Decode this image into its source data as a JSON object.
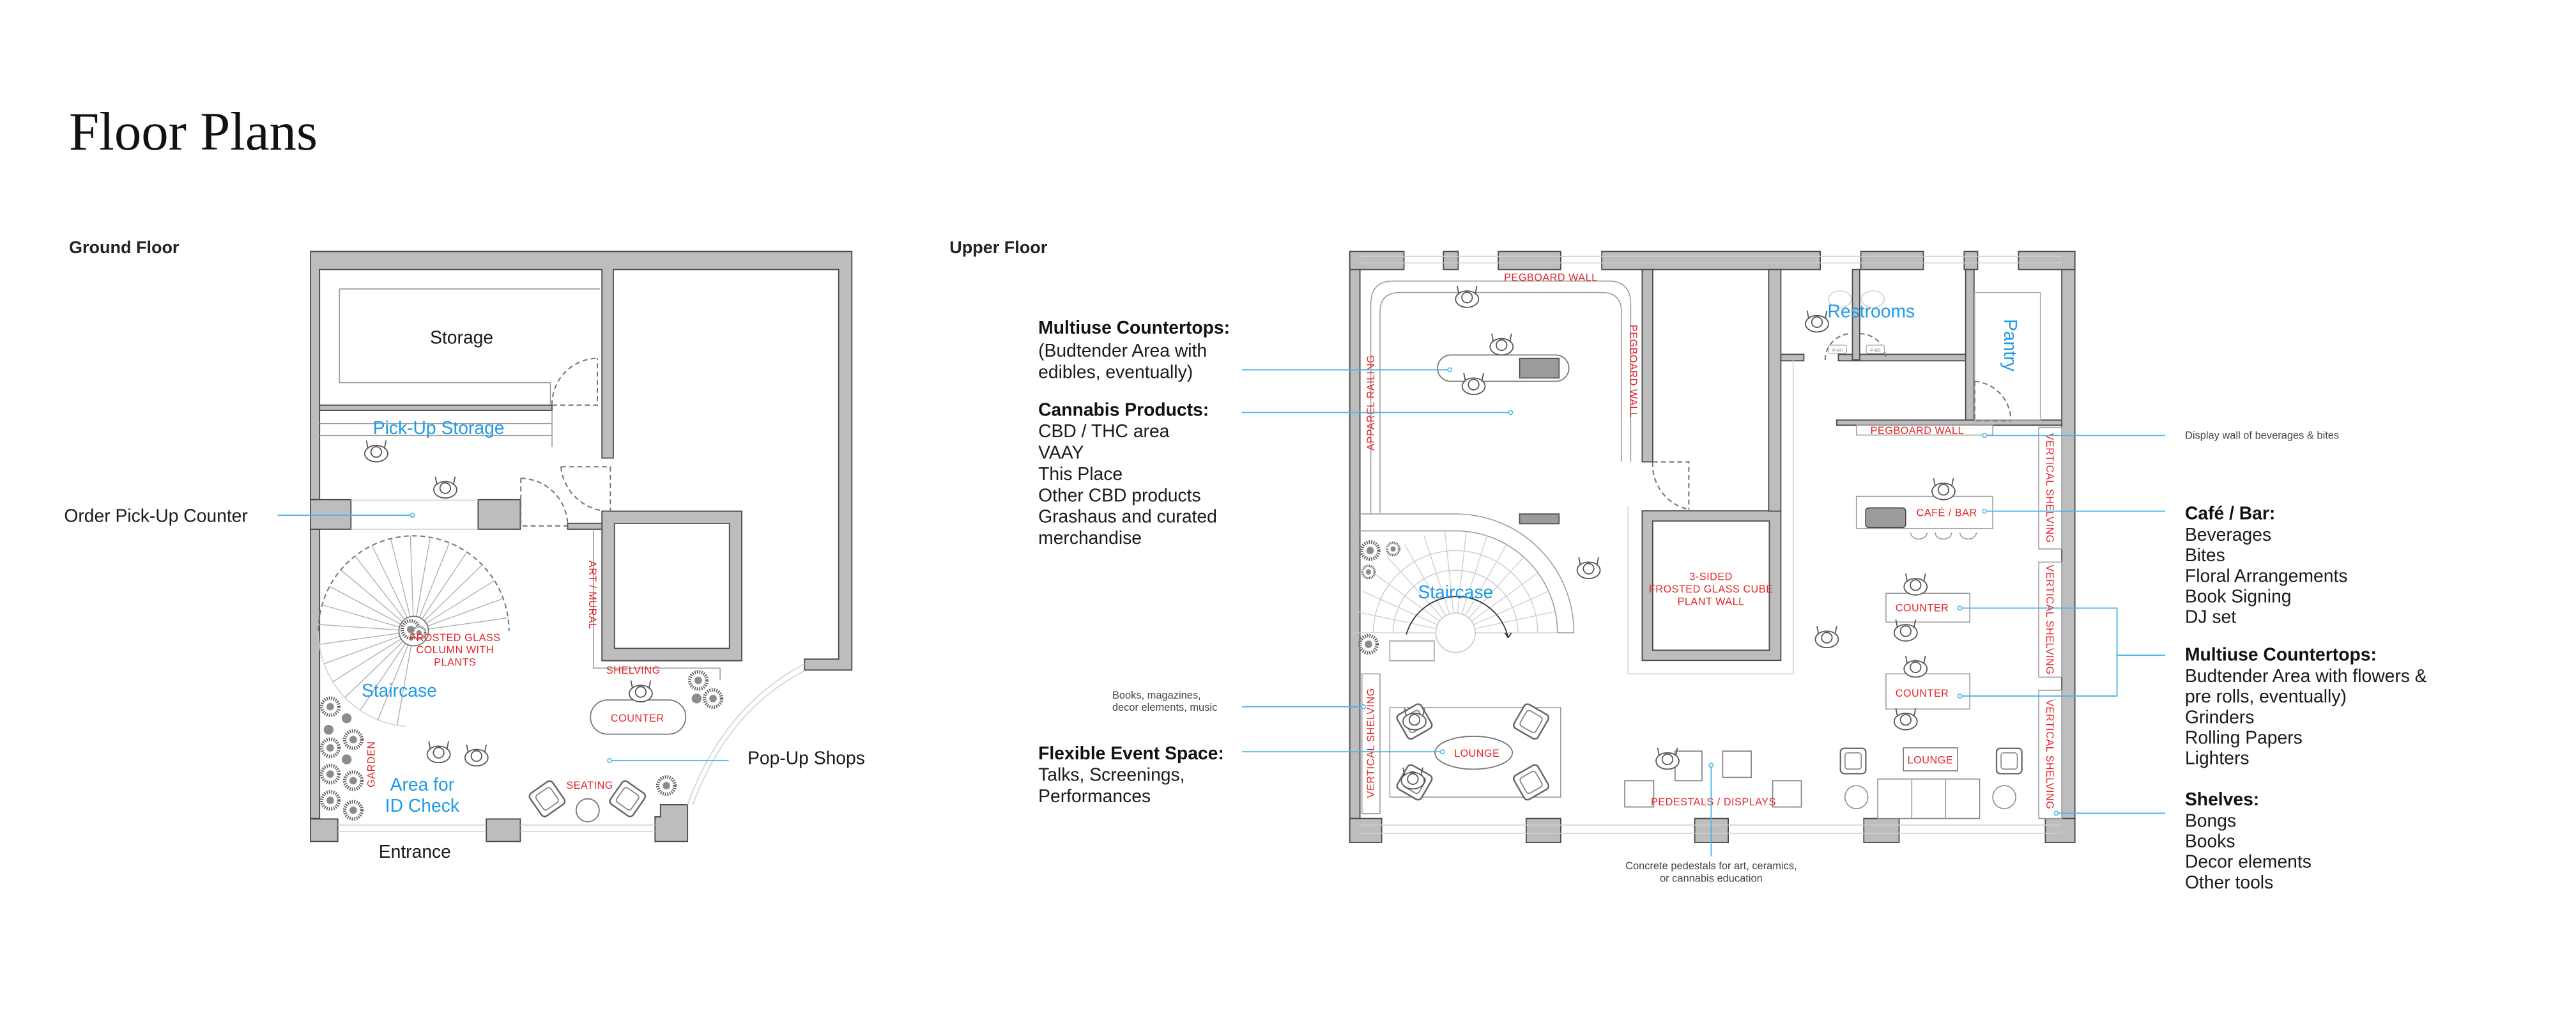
{
  "title": "Floor Plans",
  "colors": {
    "label_red": "#e3262b",
    "label_blue": "#1e9be6",
    "callout_line": "#49b6ea",
    "wall_fill": "#bdbdbd"
  },
  "icons": {
    "person": "person-topview-icon",
    "plant": "plant-icon"
  },
  "ground_floor": {
    "heading": "Ground Floor",
    "rooms": {
      "storage": "Storage",
      "pickup_storage": "Pick-Up Storage",
      "staircase": "Staircase",
      "id_check": [
        "Area for",
        "ID Check"
      ]
    },
    "fixtures": {
      "frosted_column": [
        "FROSTED GLASS",
        "COLUMN WITH",
        "PLANTS"
      ],
      "art_mural": "ART / MURAL",
      "shelving": "SHELVING",
      "counter": "COUNTER",
      "seating": "SEATING",
      "garden": "GARDEN"
    },
    "callouts": {
      "order_pickup": "Order Pick-Up Counter",
      "popup_shops": "Pop-Up Shops",
      "entrance": "Entrance"
    }
  },
  "upper_floor": {
    "heading": "Upper Floor",
    "rooms": {
      "staircase": "Staircase",
      "restrooms": "Restrooms",
      "pantry": "Pantry"
    },
    "fixtures": {
      "pegboard_wall_top": "PEGBOARD WALL",
      "pegboard_wall_side": "PEGBOARD WALL",
      "pegboard_wall_cafe": "PEGBOARD WALL",
      "apparel_railing": "APPAREL RAILING",
      "cube": [
        "3-SIDED",
        "FROSTED GLASS CUBE",
        "PLANT WALL"
      ],
      "vertical_shelving": "VERTICAL SHELVING",
      "lounge": "LOUNGE",
      "pedestals": "PEDESTALS / DISPLAYS",
      "cafe_bar": "CAFÉ / BAR",
      "counter": "COUNTER",
      "restroom_door_tag": "P-80"
    },
    "left_callouts": {
      "multiuse": {
        "heading": "Multiuse Countertops:",
        "lines": [
          "(Budtender Area with",
          "edibles, eventually)"
        ]
      },
      "cannabis": {
        "heading": "Cannabis Products:",
        "lines": [
          "CBD / THC area",
          "VAAY",
          "This Place",
          "Other CBD products",
          "Grashaus and curated",
          "merchandise"
        ]
      },
      "books": {
        "lines": [
          "Books, magazines,",
          "decor elements, music"
        ]
      },
      "event": {
        "heading": "Flexible Event Space:",
        "lines": [
          "Talks, Screenings,",
          "Performances"
        ]
      }
    },
    "bottom_callout": {
      "lines": [
        "Concrete pedestals for art, ceramics,",
        "or cannabis education"
      ]
    },
    "right_callouts": {
      "display_wall": "Display wall of beverages & bites",
      "cafe": {
        "heading": "Café / Bar:",
        "lines": [
          "Beverages",
          "Bites",
          "Floral Arrangements",
          "Book Signing",
          "DJ set"
        ]
      },
      "multiuse": {
        "heading": "Multiuse Countertops:",
        "lines": [
          "Budtender Area with flowers &",
          "pre rolls, eventually)",
          "Grinders",
          "Rolling Papers",
          "Lighters"
        ]
      },
      "shelves": {
        "heading": "Shelves:",
        "lines": [
          "Bongs",
          "Books",
          "Decor elements",
          "Other tools"
        ]
      }
    }
  }
}
